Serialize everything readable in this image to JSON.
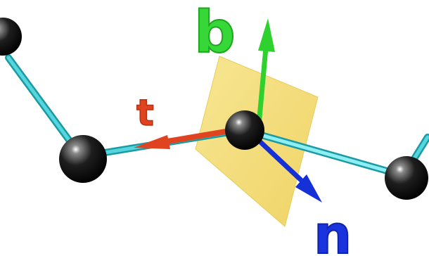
{
  "labels": {
    "t": "t",
    "b": "b",
    "n": "n"
  },
  "colors": {
    "t_vector": "#e0431f",
    "b_vector": "#2fd12f",
    "n_vector": "#1630d8",
    "bond": "#39c7cf",
    "plane": "#f2dc6a",
    "atom": "#111111"
  }
}
